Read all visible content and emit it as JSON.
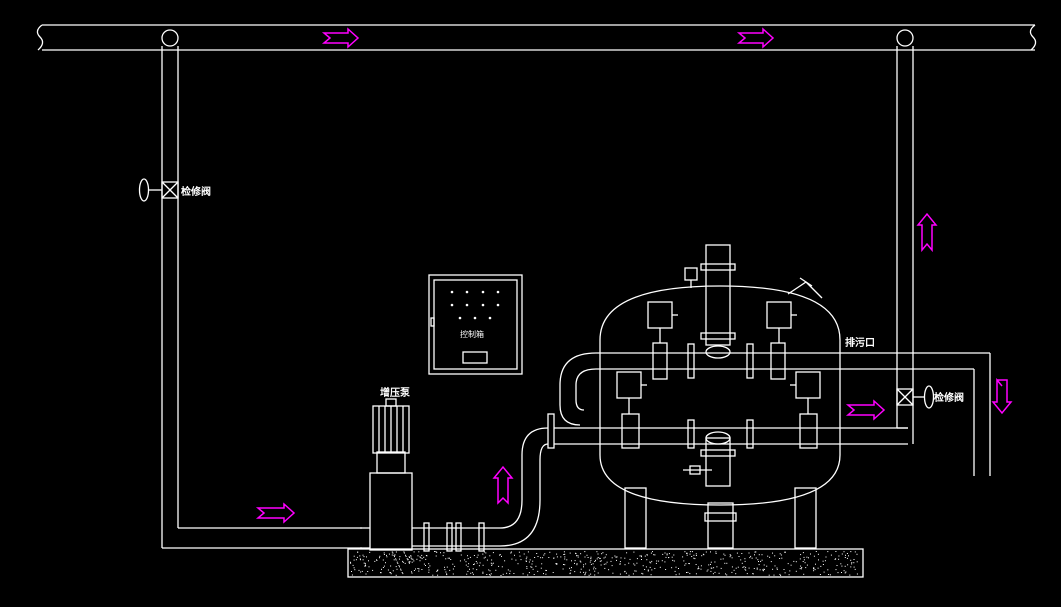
{
  "labels": {
    "maintenance_valve_left": "检修阀",
    "maintenance_valve_right": "检修阀",
    "booster_pump": "增压泵",
    "control_cabinet": "控制箱",
    "sewage_outlet": "排污口"
  },
  "colors": {
    "background": "#000000",
    "line": "#ffffff",
    "flow_arrow": "#ff00ff"
  },
  "flow_arrows": [
    {
      "id": "top-left",
      "direction": "right"
    },
    {
      "id": "top-right",
      "direction": "right"
    },
    {
      "id": "bottom-pipe",
      "direction": "right"
    },
    {
      "id": "riser-pipe",
      "direction": "up"
    },
    {
      "id": "tank-outlet",
      "direction": "right"
    },
    {
      "id": "right-riser",
      "direction": "up"
    },
    {
      "id": "drain",
      "direction": "down"
    }
  ]
}
